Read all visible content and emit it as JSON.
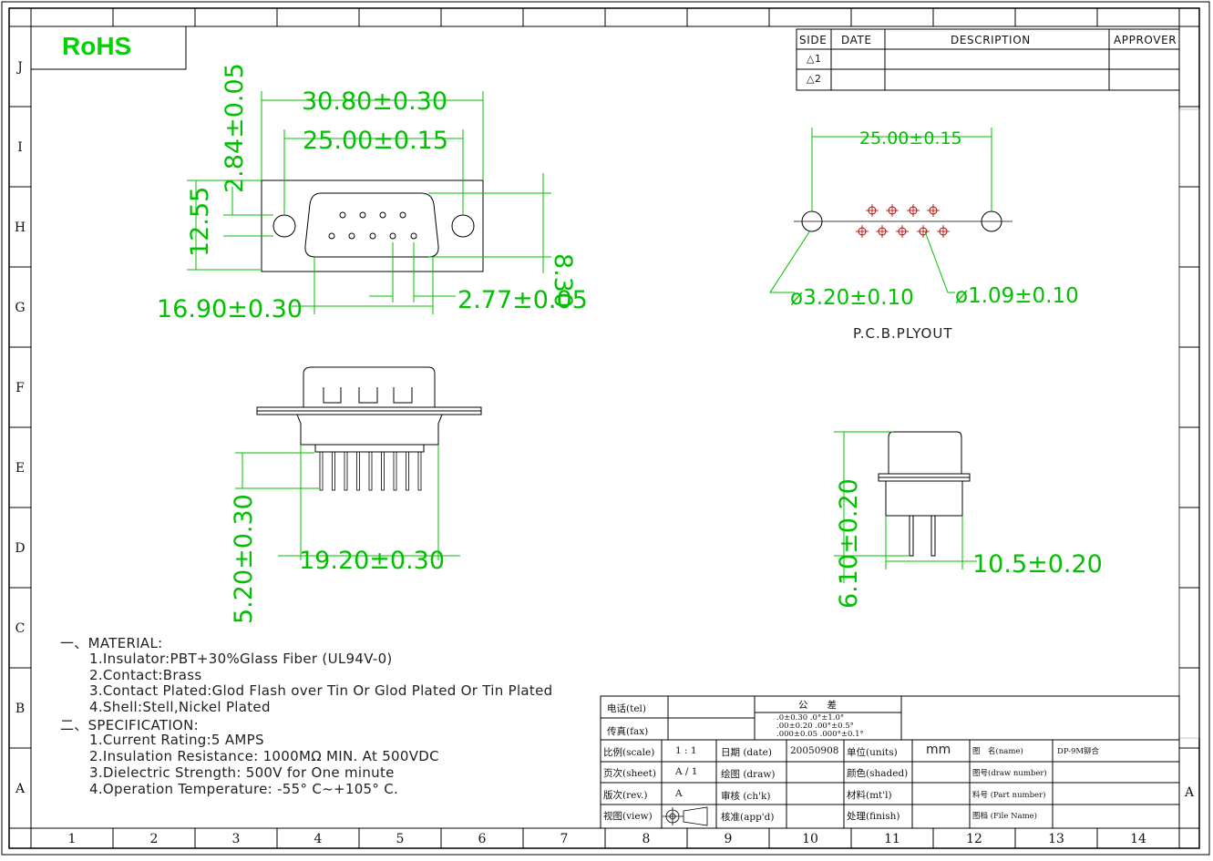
{
  "rohs_label": "RoHS",
  "grid": {
    "columns": [
      "1",
      "2",
      "3",
      "4",
      "5",
      "6",
      "7",
      "8",
      "9",
      "10",
      "11",
      "12",
      "13",
      "14"
    ],
    "rows": [
      "J",
      "I",
      "H",
      "G",
      "F",
      "E",
      "D",
      "C",
      "B",
      "A"
    ]
  },
  "revision_table": {
    "headers": [
      "SIDE",
      "DATE",
      "DESCRIPTION",
      "APPROVER"
    ],
    "rows": [
      {
        "side": "△1"
      },
      {
        "side": "△2"
      }
    ]
  },
  "dimensions": {
    "top_view": {
      "overall_width": "30.80±0.30",
      "hole_pitch": "25.00±0.15",
      "height_offset": "2.84±0.05",
      "overall_height": "12.55",
      "shell_height": "8.30",
      "shell_width": "16.90±0.30",
      "pin_pitch": "2.77±0.05"
    },
    "side_view": {
      "pin_length": "5.20±0.30",
      "pin_span": "19.20±0.30"
    },
    "end_view": {
      "height": "6.10±0.20",
      "width": "10.5±0.20"
    },
    "pcb": {
      "hole_pitch": "25.00±0.15",
      "mount_hole": "ø3.20±0.10",
      "pin_hole": "ø1.09±0.10",
      "caption": "P.C.B.PLYOUT"
    }
  },
  "specs": [
    "一、MATERIAL:",
    "1.Insulator:PBT+30%Glass  Fiber  (UL94V-0)",
    "2.Contact:Brass",
    "3.Contact  Plated:Glod  Flash  over  Tin  Or  Glod  Plated  Or  Tin  Plated",
    "4.Shell:Stell,Nickel  Plated",
    "二、SPECIFICATION:",
    "1.Current  Rating:5  AMPS",
    "2.Insulation  Resistance:  1000MΩ  MIN.  At  500VDC",
    "3.Dielectric  Strength:  500V  for  One  minute",
    "4.Operation  Temperature:  -55° C~+105° C."
  ],
  "title_block": {
    "tel_label": "电话(tel)",
    "fax_label": "传真(fax)",
    "tolerance_title": "公　　差",
    "tolerances": [
      ".0±0.30  .0°±1.0°",
      ".00±0.20  .00°±0.5°",
      ".000±0.05  .000°±0.1°"
    ],
    "scale_label": "比例(scale)",
    "scale_value": "1 : 1",
    "sheet_label": "页次(sheet)",
    "sheet_value": "A / 1",
    "rev_label": "版次(rev.)",
    "rev_value": "A",
    "view_label": "视图(view)",
    "date_label": "日期 (date)",
    "date_value": "20050908",
    "draw_label": "绘图 (draw)",
    "check_label": "审核 (ch'k)",
    "approve_label": "核准(app'd)",
    "units_label": "单位(units)",
    "units_value": "mm",
    "shaded_label": "颜色(shaded)",
    "material_label": "材料(mt'l)",
    "finish_label": "处理(finish)",
    "name_label": "图　名(name)",
    "name_value": "DP-9M铆合",
    "drawing_number_label": "图号(draw number)",
    "part_number_label": "料号 (Part number)",
    "file_name_label": "图档 (File Name)"
  },
  "colors": {
    "dimension": "#00c000",
    "outline": "#000000",
    "pin": "#b00000"
  }
}
